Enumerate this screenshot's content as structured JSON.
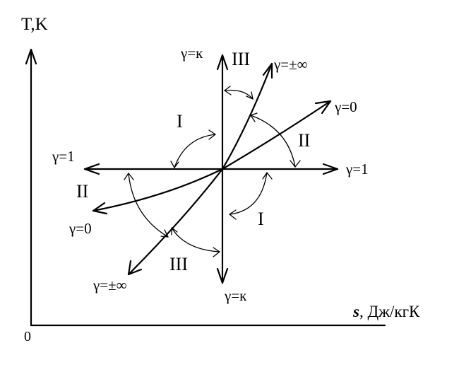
{
  "axes": {
    "y_label": "T,K",
    "x_label_symbol": "s",
    "x_label_unit": ", Дж/кгК",
    "origin_label": "0"
  },
  "labels": {
    "gamma_k_top": "γ=к",
    "gamma_k_bottom": "γ=к",
    "gamma_1_left": "γ=1",
    "gamma_1_right": "γ=1",
    "gamma_0_right": "γ=0",
    "gamma_0_left": "γ=0",
    "gamma_inf_top": "γ=±∞",
    "gamma_inf_bottom": "γ=±∞"
  },
  "regions": {
    "top_left": "I",
    "bottom_right": "I",
    "top_right": "II",
    "bottom_left": "II",
    "top": "III",
    "bottom": "III"
  }
}
